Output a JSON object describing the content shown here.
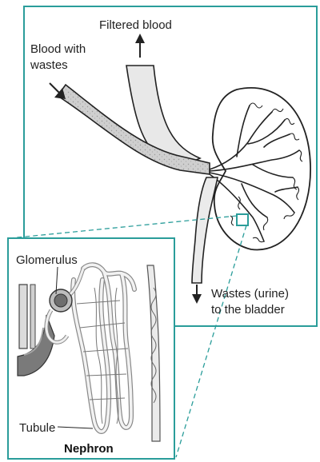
{
  "labels": {
    "filtered_blood": "Filtered blood",
    "blood_with_wastes_1": "Blood with",
    "blood_with_wastes_2": "wastes",
    "wastes_urine_1": "Wastes (urine)",
    "wastes_urine_2": "to the bladder",
    "glomerulus": "Glomerulus",
    "tubule": "Tubule",
    "nephron": "Nephron"
  },
  "colors": {
    "frame": "#2a9d9a",
    "outline": "#222222",
    "vessel_fill": "#d4d4d4",
    "vessel_light": "#ebebeb",
    "dark_vessel": "#6a6a6a",
    "background": "#ffffff"
  }
}
